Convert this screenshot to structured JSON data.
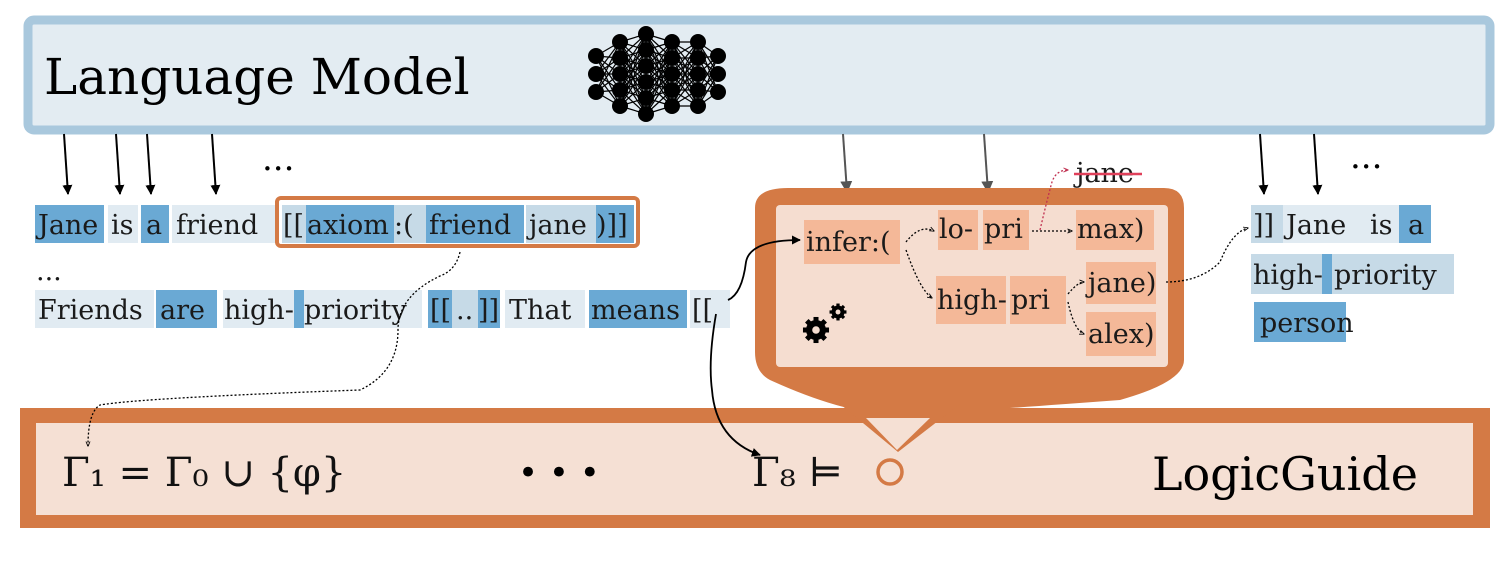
{
  "language_model": {
    "title": "Language Model",
    "icon": "neural-network-icon"
  },
  "logicguide": {
    "title": "LogicGuide",
    "formula_left": "Γ₁ = Γ₀ ∪ {φ}",
    "dots": "•   •   •",
    "formula_right": "Γ₈ ⊨"
  },
  "ellipses": {
    "top_left": "...",
    "top_right": "...",
    "line_gap": "..."
  },
  "text_line1": {
    "tokens": [
      "Jane",
      "is",
      "a",
      "friend",
      "[[",
      "axiom",
      ":(",
      "friend",
      "jane",
      ")]]"
    ]
  },
  "text_line2": {
    "tokens": [
      "Friends",
      "are",
      "high-",
      "priority",
      "[[",
      "..",
      "]]",
      "That",
      "means",
      "[["
    ]
  },
  "popup": {
    "gear_icon": "gears-icon",
    "nodes": {
      "infer": "infer:(",
      "lopri_a": "lo-",
      "lopri_b": "pri",
      "max": "max)",
      "highpri_a": "high-",
      "highpri_b": "pri",
      "jane": "jane)",
      "alex": "alex)",
      "struck": "jane"
    }
  },
  "output_text": {
    "line1": [
      "]]",
      "Jane",
      "is",
      "a"
    ],
    "line2": [
      "high-",
      "priority"
    ],
    "line3": [
      "person"
    ]
  },
  "colors": {
    "lm_fill": "#e3ecf2",
    "lm_border": "#a9c8dd",
    "orange": "#d47a45",
    "orange_light": "#f5ddd0",
    "node_fill": "#f4b898",
    "dark_blue": "#6aa9d4",
    "light_blue": "#c6dae7",
    "pale_blue": "#e1ebf2",
    "strike": "#e0405a"
  }
}
